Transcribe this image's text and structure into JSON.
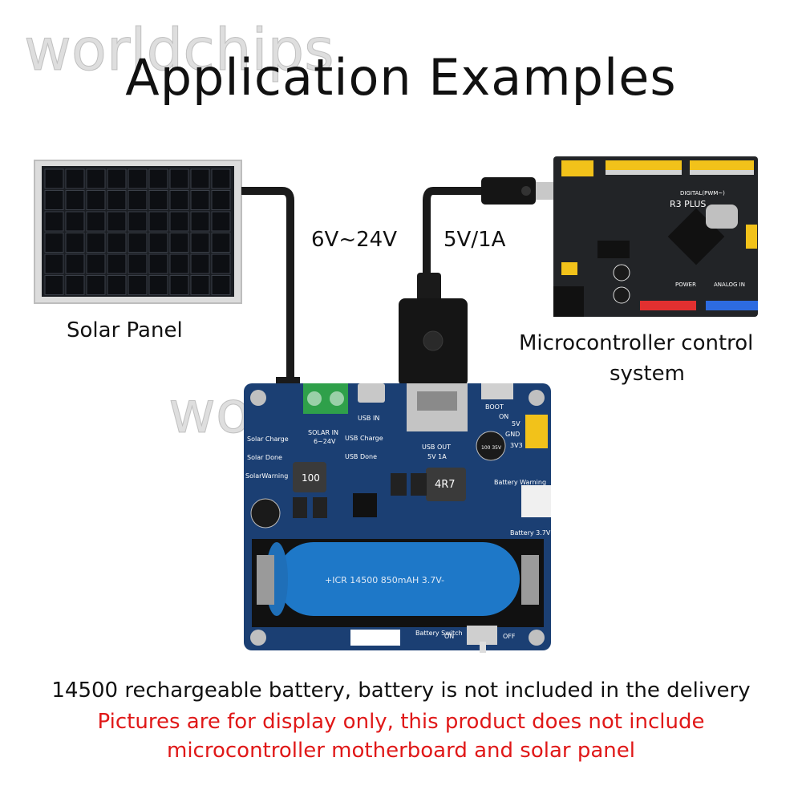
{
  "title": "Application Examples",
  "watermark": "worldchips",
  "labels": {
    "solar_panel": "Solar Panel",
    "voltage_in": "6V~24V",
    "voltage_out": "5V/1A",
    "mcu_line1": "Microcontroller control",
    "mcu_line2": "system"
  },
  "board": {
    "solar_in": "SOLAR IN",
    "solar_range": "6~24V",
    "usb_in": "USB IN",
    "usb_out": "USB OUT",
    "usb_out_rating": "5V 1A",
    "usb_charge": "USB Charge",
    "usb_done": "USB Done",
    "solar_charge": "Solar Charge",
    "solar_done": "Solar Done",
    "solar_warning": "SolarWarning",
    "boot": "BOOT",
    "on": "ON",
    "pin_5v": "5V",
    "pin_gnd": "GND",
    "pin_3v3": "3V3",
    "battery_warning": "Battery Warning",
    "battery_37": "Battery 3.7V",
    "battery_switch": "Battery Switch",
    "switch_on": "ON",
    "switch_off": "OFF",
    "inductor_100": "100",
    "inductor_4r7": "4R7",
    "cap_label": "100 35V",
    "battery_print": "+ICR 14500 850mAH 3.7V-"
  },
  "mcu": {
    "name": "R3 PLUS",
    "digital": "DIGITAL(PWM~)",
    "power": "POWER",
    "analog": "ANALOG IN"
  },
  "footer": {
    "line1": "14500 rechargeable battery, battery is not included in the delivery",
    "line2": "Pictures are for display only, this product does not include",
    "line3": "microcontroller motherboard and solar panel"
  },
  "colors": {
    "pcb_blue": "#1b3f73",
    "battery_blue": "#1e78c8",
    "header_yellow": "#f2c21a",
    "terminal_green": "#2fa04a",
    "footer_red": "#e01818"
  }
}
